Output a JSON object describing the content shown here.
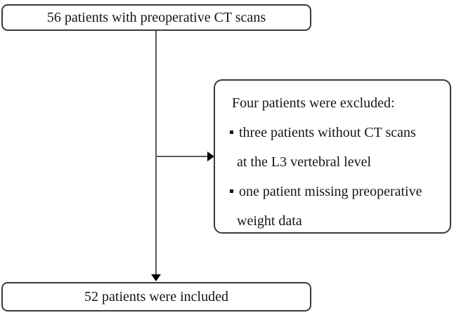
{
  "flowchart": {
    "top_box": {
      "label": "56 patients with preoperative CT scans"
    },
    "exclusion_box": {
      "title": "Four patients were excluded:",
      "items": [
        {
          "line1": "three patients without CT scans",
          "line2": "at the L3 vertebral level"
        },
        {
          "line1": "one patient missing preoperative",
          "line2": "weight data"
        }
      ]
    },
    "bottom_box": {
      "label": "52 patients were included"
    },
    "colors": {
      "background": "#ffffff",
      "box_border": "#3a3a3a",
      "connector_line": "#5a5a5a",
      "arrowhead": "#000000",
      "text": "#151515"
    }
  }
}
